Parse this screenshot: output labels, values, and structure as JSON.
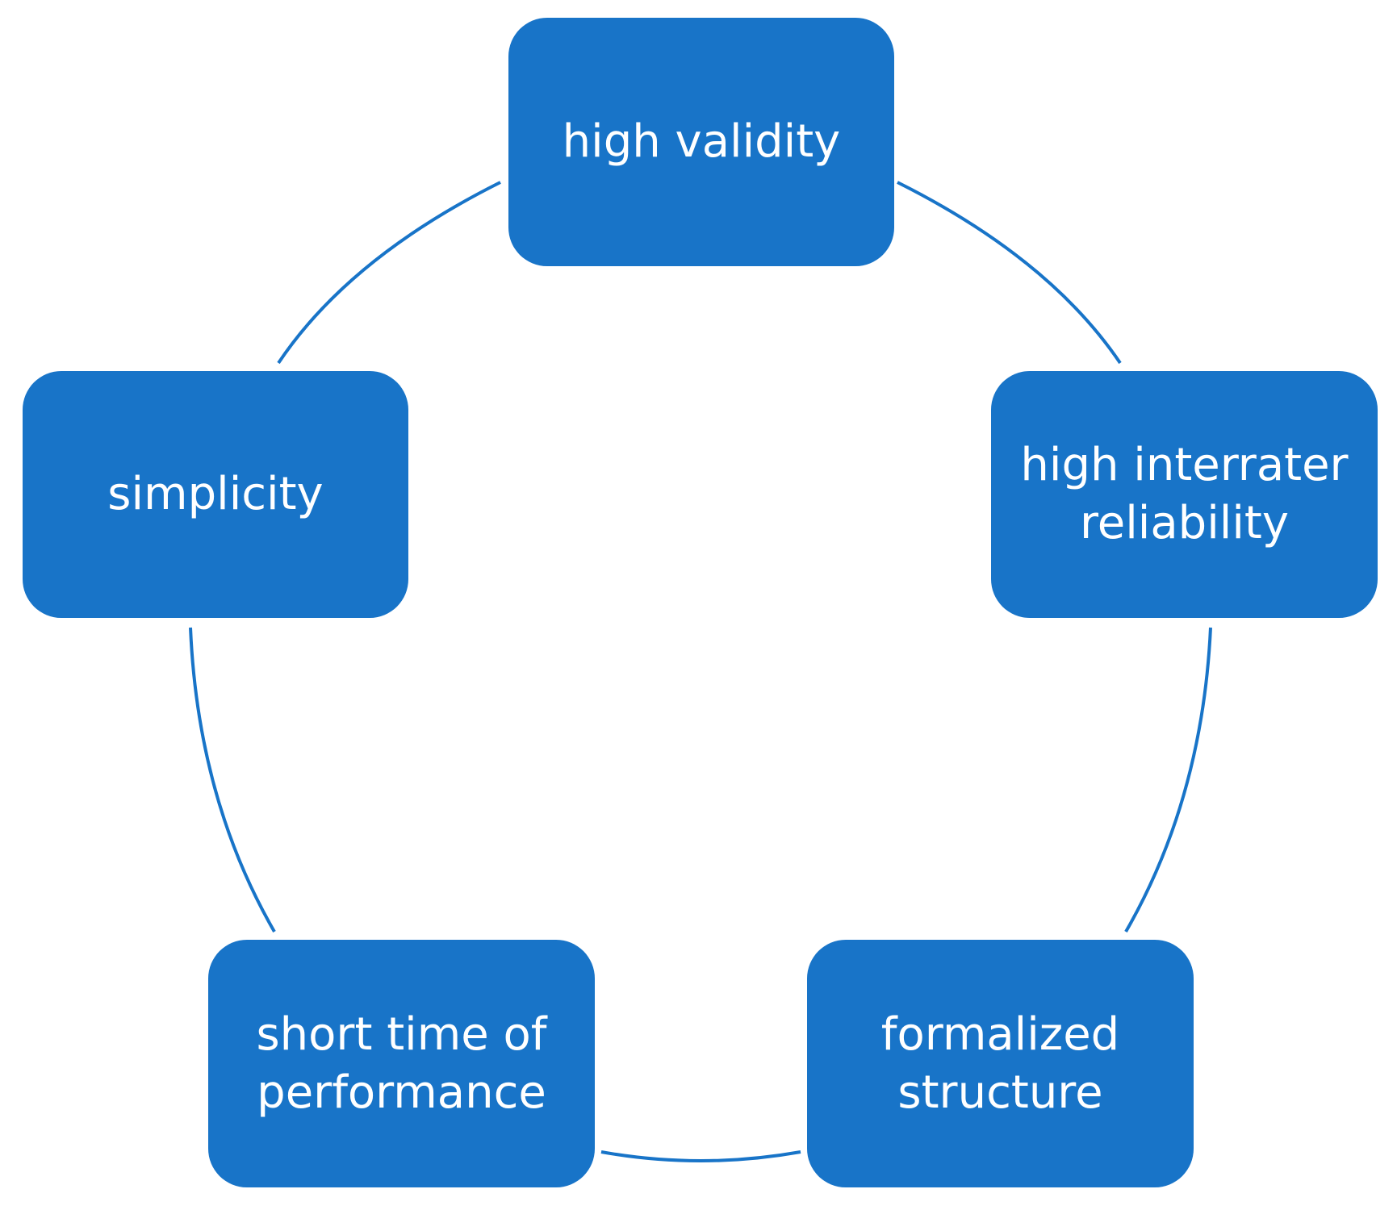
{
  "diagram": {
    "colors": {
      "node_fill": "#1874C8",
      "connector": "#1874C8",
      "text": "#FFFFFF",
      "background": "#FFFFFF"
    },
    "nodes": [
      {
        "id": "high-validity",
        "label": "high validity"
      },
      {
        "id": "high-interrater-reliability",
        "label": "high interrater reliability"
      },
      {
        "id": "formalized-structure",
        "label": "formalized structure"
      },
      {
        "id": "short-time-of-performance",
        "label": "short time of performance"
      },
      {
        "id": "simplicity",
        "label": "simplicity"
      }
    ],
    "connections": [
      [
        "high-validity",
        "high-interrater-reliability"
      ],
      [
        "high-interrater-reliability",
        "formalized-structure"
      ],
      [
        "formalized-structure",
        "short-time-of-performance"
      ],
      [
        "short-time-of-performance",
        "simplicity"
      ],
      [
        "simplicity",
        "high-validity"
      ]
    ]
  }
}
